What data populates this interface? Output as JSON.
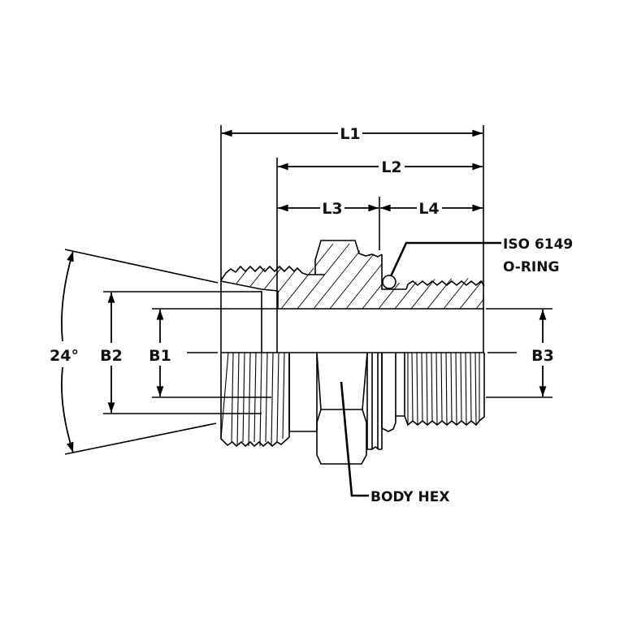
{
  "diagram": {
    "type": "technical-drawing",
    "subject": "Hydraulic adapter fitting (24° cone x ISO 6149 O-ring boss), half-section view",
    "colors": {
      "line": "#000000",
      "background": "#ffffff",
      "text": "#111111"
    },
    "dimensions": {
      "length": [
        {
          "id": "L1",
          "label": "L1"
        },
        {
          "id": "L2",
          "label": "L2"
        },
        {
          "id": "L3",
          "label": "L3"
        },
        {
          "id": "L4",
          "label": "L4"
        }
      ],
      "diameter": [
        {
          "id": "B1",
          "label": "B1"
        },
        {
          "id": "B2",
          "label": "B2"
        },
        {
          "id": "B3",
          "label": "B3"
        }
      ],
      "angle": {
        "label": "24°"
      }
    },
    "callouts": {
      "oring_line1": "ISO 6149",
      "oring_line2": "O-RING",
      "hex": "BODY HEX"
    }
  }
}
